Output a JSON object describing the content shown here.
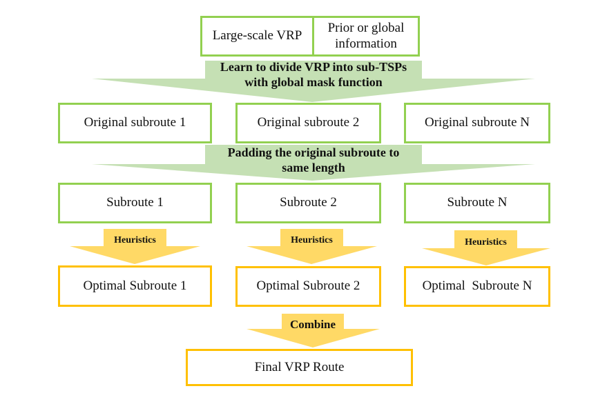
{
  "colors": {
    "green_border": "#92d050",
    "green_fill": "#c5e0b4",
    "yellow_border": "#ffc000",
    "yellow_fill": "#ffd966"
  },
  "top": {
    "left_label": "Large-scale VRP",
    "right_label": "Prior or global information"
  },
  "step1": {
    "label_line1": "Learn to divide VRP into sub-TSPs",
    "label_line2": "with global mask function"
  },
  "original_subroutes": [
    "Original subroute 1",
    "Original subroute 2",
    "Original subroute N"
  ],
  "step2": {
    "label_line1": "Padding the original subroute to",
    "label_line2": "same length"
  },
  "subroutes": [
    "Subroute 1",
    "Subroute 2",
    "Subroute N"
  ],
  "heuristics_labels": [
    "Heuristics",
    "Heuristics",
    "Heuristics"
  ],
  "optimal_subroutes": [
    "Optimal Subroute 1",
    "Optimal Subroute 2",
    "Optimal  Subroute N"
  ],
  "combine_label": "Combine",
  "final": {
    "label": "Final VRP Route"
  }
}
